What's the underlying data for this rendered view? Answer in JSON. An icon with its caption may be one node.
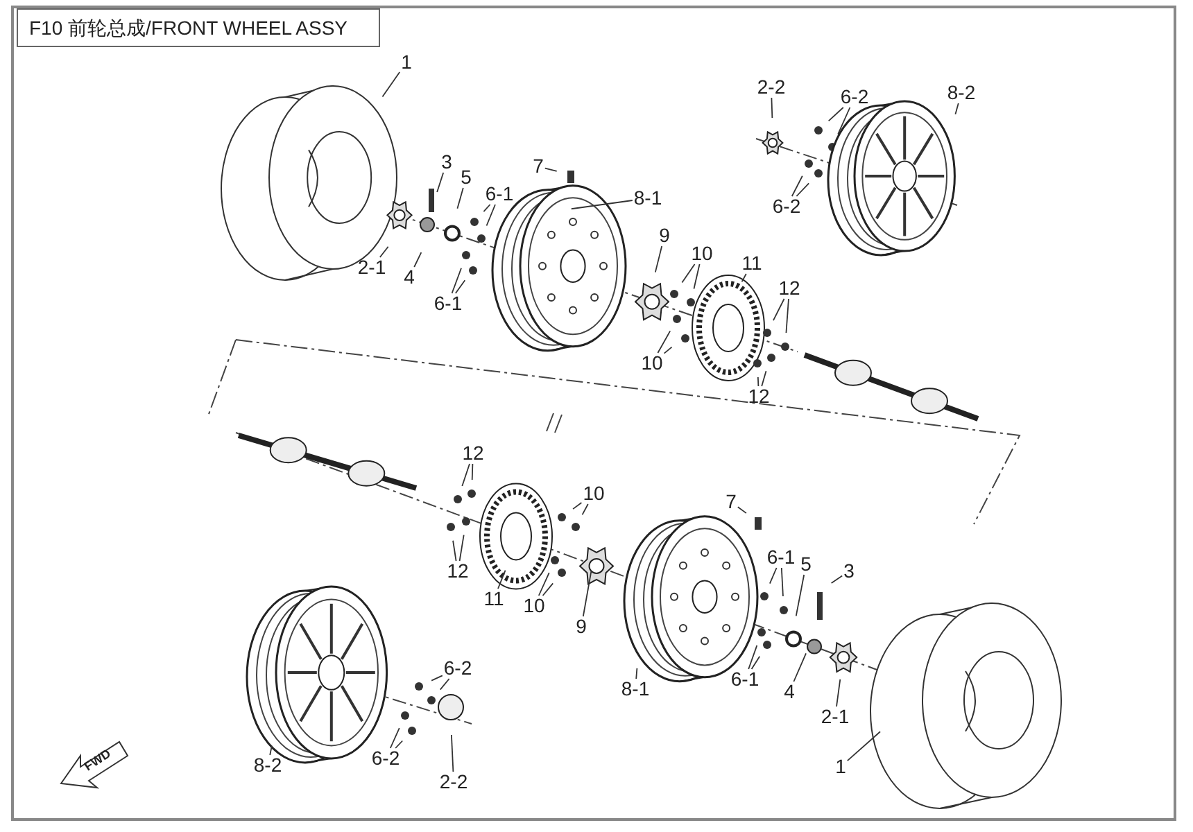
{
  "diagram": {
    "title": "F10 前轮总成/FRONT WHEEL ASSY",
    "nodes": [
      {
        "text": [
          "1"
        ]
      },
      {
        "text": [
          "3"
        ]
      },
      {
        "text": [
          "5"
        ]
      },
      {
        "text": [
          "7"
        ]
      },
      {
        "text": [
          "6-1"
        ]
      },
      {
        "text": [
          "8-1"
        ]
      },
      {
        "text": [
          "2-1"
        ]
      },
      {
        "text": [
          "4"
        ]
      },
      {
        "text": [
          "6-1"
        ]
      },
      {
        "text": [
          "9"
        ]
      },
      {
        "text": [
          "10"
        ]
      },
      {
        "text": [
          "11"
        ]
      },
      {
        "text": [
          "12"
        ]
      },
      {
        "text": [
          "10"
        ]
      },
      {
        "text": [
          "12"
        ]
      },
      {
        "text": [
          "2-2"
        ]
      },
      {
        "text": [
          "6-2"
        ]
      },
      {
        "text": [
          "8-2"
        ]
      },
      {
        "text": [
          "6-2"
        ]
      },
      {
        "text": [
          "12"
        ]
      },
      {
        "text": [
          "7"
        ]
      },
      {
        "text": [
          "10"
        ]
      },
      {
        "text": [
          "6-1"
        ]
      },
      {
        "text": [
          "5"
        ]
      },
      {
        "text": [
          "3"
        ]
      },
      {
        "text": [
          "12"
        ]
      },
      {
        "text": [
          "11"
        ]
      },
      {
        "text": [
          "10"
        ]
      },
      {
        "text": [
          "9"
        ]
      },
      {
        "text": [
          "6-1"
        ]
      },
      {
        "text": [
          "4"
        ]
      },
      {
        "text": [
          "8-1"
        ]
      },
      {
        "text": [
          "2-1"
        ]
      },
      {
        "text": [
          "6-2"
        ]
      },
      {
        "text": [
          "8-2"
        ]
      },
      {
        "text": [
          "6-2"
        ]
      },
      {
        "text": [
          "2-2"
        ]
      },
      {
        "text": [
          "1"
        ]
      }
    ],
    "edges": [
      {
        "from": 0,
        "to": null,
        "arrow": "none"
      },
      {
        "from": 1,
        "to": null,
        "arrow": "none"
      },
      {
        "from": 2,
        "to": null,
        "arrow": "none"
      },
      {
        "from": 3,
        "to": null,
        "arrow": "none"
      },
      {
        "from": 4,
        "to": null,
        "arrow": "none"
      },
      {
        "from": 4,
        "to": null,
        "arrow": "none"
      },
      {
        "from": 5,
        "to": null,
        "arrow": "none"
      },
      {
        "from": 6,
        "to": null,
        "arrow": "none"
      },
      {
        "from": 7,
        "to": null,
        "arrow": "none"
      },
      {
        "from": 8,
        "to": null,
        "arrow": "none"
      },
      {
        "from": 8,
        "to": null,
        "arrow": "none"
      },
      {
        "from": 9,
        "to": null,
        "arrow": "none"
      },
      {
        "from": 10,
        "to": null,
        "arrow": "none"
      },
      {
        "from": 10,
        "to": null,
        "arrow": "none"
      },
      {
        "from": 11,
        "to": null,
        "arrow": "none"
      },
      {
        "from": 12,
        "to": null,
        "arrow": "none"
      },
      {
        "from": 12,
        "to": null,
        "arrow": "none"
      },
      {
        "from": 13,
        "to": null,
        "arrow": "none"
      },
      {
        "from": 13,
        "to": null,
        "arrow": "none"
      },
      {
        "from": 14,
        "to": null,
        "arrow": "none"
      },
      {
        "from": 14,
        "to": null,
        "arrow": "none"
      },
      {
        "from": 15,
        "to": null,
        "arrow": "none"
      },
      {
        "from": 16,
        "to": null,
        "arrow": "none"
      },
      {
        "from": 16,
        "to": null,
        "arrow": "none"
      },
      {
        "from": 17,
        "to": null,
        "arrow": "none"
      },
      {
        "from": 18,
        "to": null,
        "arrow": "none"
      },
      {
        "from": 18,
        "to": null,
        "arrow": "none"
      },
      {
        "from": 19,
        "to": null,
        "arrow": "none"
      },
      {
        "from": 19,
        "to": null,
        "arrow": "none"
      },
      {
        "from": 20,
        "to": null,
        "arrow": "none"
      },
      {
        "from": 21,
        "to": null,
        "arrow": "none"
      },
      {
        "from": 21,
        "to": null,
        "arrow": "none"
      },
      {
        "from": 22,
        "to": null,
        "arrow": "none"
      },
      {
        "from": 22,
        "to": null,
        "arrow": "none"
      },
      {
        "from": 23,
        "to": null,
        "arrow": "none"
      },
      {
        "from": 24,
        "to": null,
        "arrow": "none"
      },
      {
        "from": 25,
        "to": null,
        "arrow": "none"
      },
      {
        "from": 25,
        "to": null,
        "arrow": "none"
      },
      {
        "from": 26,
        "to": null,
        "arrow": "none"
      },
      {
        "from": 27,
        "to": null,
        "arrow": "none"
      },
      {
        "from": 27,
        "to": null,
        "arrow": "none"
      },
      {
        "from": 28,
        "to": null,
        "arrow": "none"
      },
      {
        "from": 29,
        "to": null,
        "arrow": "none"
      },
      {
        "from": 29,
        "to": null,
        "arrow": "none"
      },
      {
        "from": 30,
        "to": null,
        "arrow": "none"
      },
      {
        "from": 31,
        "to": null,
        "arrow": "none"
      },
      {
        "from": 32,
        "to": null,
        "arrow": "none"
      },
      {
        "from": 33,
        "to": null,
        "arrow": "none"
      },
      {
        "from": 33,
        "to": null,
        "arrow": "none"
      },
      {
        "from": 34,
        "to": null,
        "arrow": "none"
      },
      {
        "from": 35,
        "to": null,
        "arrow": "none"
      },
      {
        "from": 35,
        "to": null,
        "arrow": "none"
      },
      {
        "from": 36,
        "to": null,
        "arrow": "none"
      },
      {
        "from": 37,
        "to": null,
        "arrow": "none"
      }
    ],
    "labels": [
      "FWD"
    ]
  }
}
